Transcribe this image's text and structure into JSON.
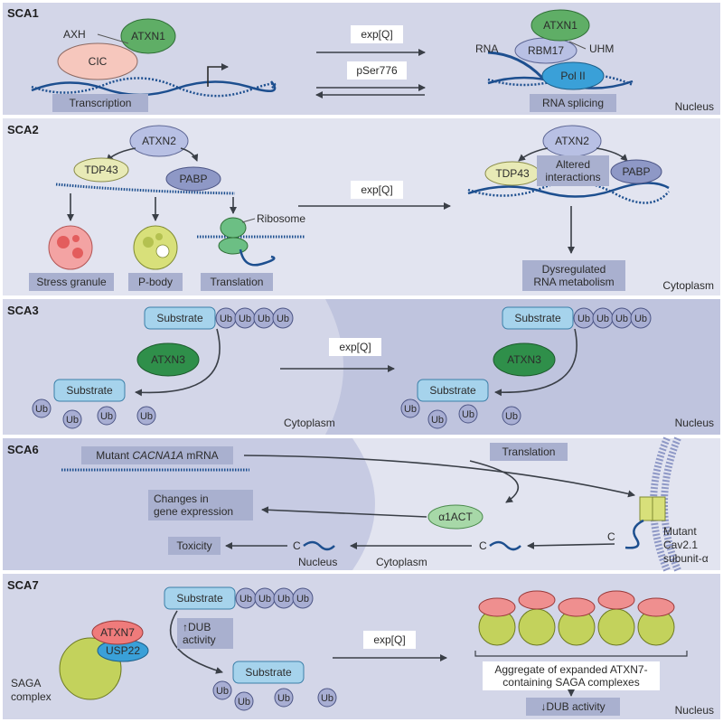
{
  "sca1": {
    "title": "SCA1",
    "axh": "AXH",
    "atxn1": "ATXN1",
    "cic": "CIC",
    "transcription": "Transcription",
    "exp_q": "exp[Q]",
    "pser776": "pSer776",
    "rna": "RNA",
    "rbm17": "RBM17",
    "uhm": "UHM",
    "atxn1_right": "ATXN1",
    "pol2": "Pol II",
    "rna_splicing": "RNA splicing",
    "region": "Nucleus"
  },
  "sca2": {
    "title": "SCA2",
    "atxn2": "ATXN2",
    "tdp43": "TDP43",
    "pabp": "PABP",
    "ribosome": "Ribosome",
    "stress_granule": "Stress granule",
    "p_body": "P-body",
    "translation": "Translation",
    "exp_q": "exp[Q]",
    "atxn2_right": "ATXN2",
    "tdp43_right": "TDP43",
    "pabp_right": "PABP",
    "altered_line1": "Altered",
    "altered_line2": "interactions",
    "dysreg_line1": "Dysregulated",
    "dysreg_line2": "RNA metabolism",
    "region": "Cytoplasm"
  },
  "sca3": {
    "title": "SCA3",
    "substrate": "Substrate",
    "ub": "Ub",
    "atxn3": "ATXN3",
    "exp_q": "exp[Q]",
    "region_cyto": "Cytoplasm",
    "region_nuc": "Nucleus"
  },
  "sca6": {
    "title": "SCA6",
    "mrna_prefix": "Mutant ",
    "mrna_gene": "CACNA1A",
    "mrna_suffix": " mRNA",
    "translation": "Translation",
    "changes_line1": "Changes in",
    "changes_line2": "gene expression",
    "a1act": "α1ACT",
    "toxicity": "Toxicity",
    "c": "C",
    "nucleus": "Nucleus",
    "cytoplasm": "Cytoplasm",
    "mutant_line1": "Mutant",
    "mutant_line2": "Cav2.1",
    "mutant_line3": "subunit-α"
  },
  "sca7": {
    "title": "SCA7",
    "substrate": "Substrate",
    "ub": "Ub",
    "atxn7": "ATXN7",
    "usp22": "USP22",
    "saga_line1": "SAGA",
    "saga_line2": "complex",
    "dub_up_line1": "↑DUB",
    "dub_up_line2": "activity",
    "exp_q": "exp[Q]",
    "aggregate_line1": "Aggregate of expanded ATXN7-",
    "aggregate_line2": "containing SAGA complexes",
    "dub_down": "↓DUB activity",
    "region": "Nucleus"
  },
  "colors": {
    "panel_bg": "#d3d6e8",
    "panel_bg_light": "#e2e4f0",
    "label_box": "#a9b0cf",
    "atxn_green": "#5fae66",
    "substrate_blue": "#a6d3ec",
    "ub_blue": "#a8aed3",
    "rna_blue": "#1d4f8f",
    "arrow": "#3a3f47"
  }
}
